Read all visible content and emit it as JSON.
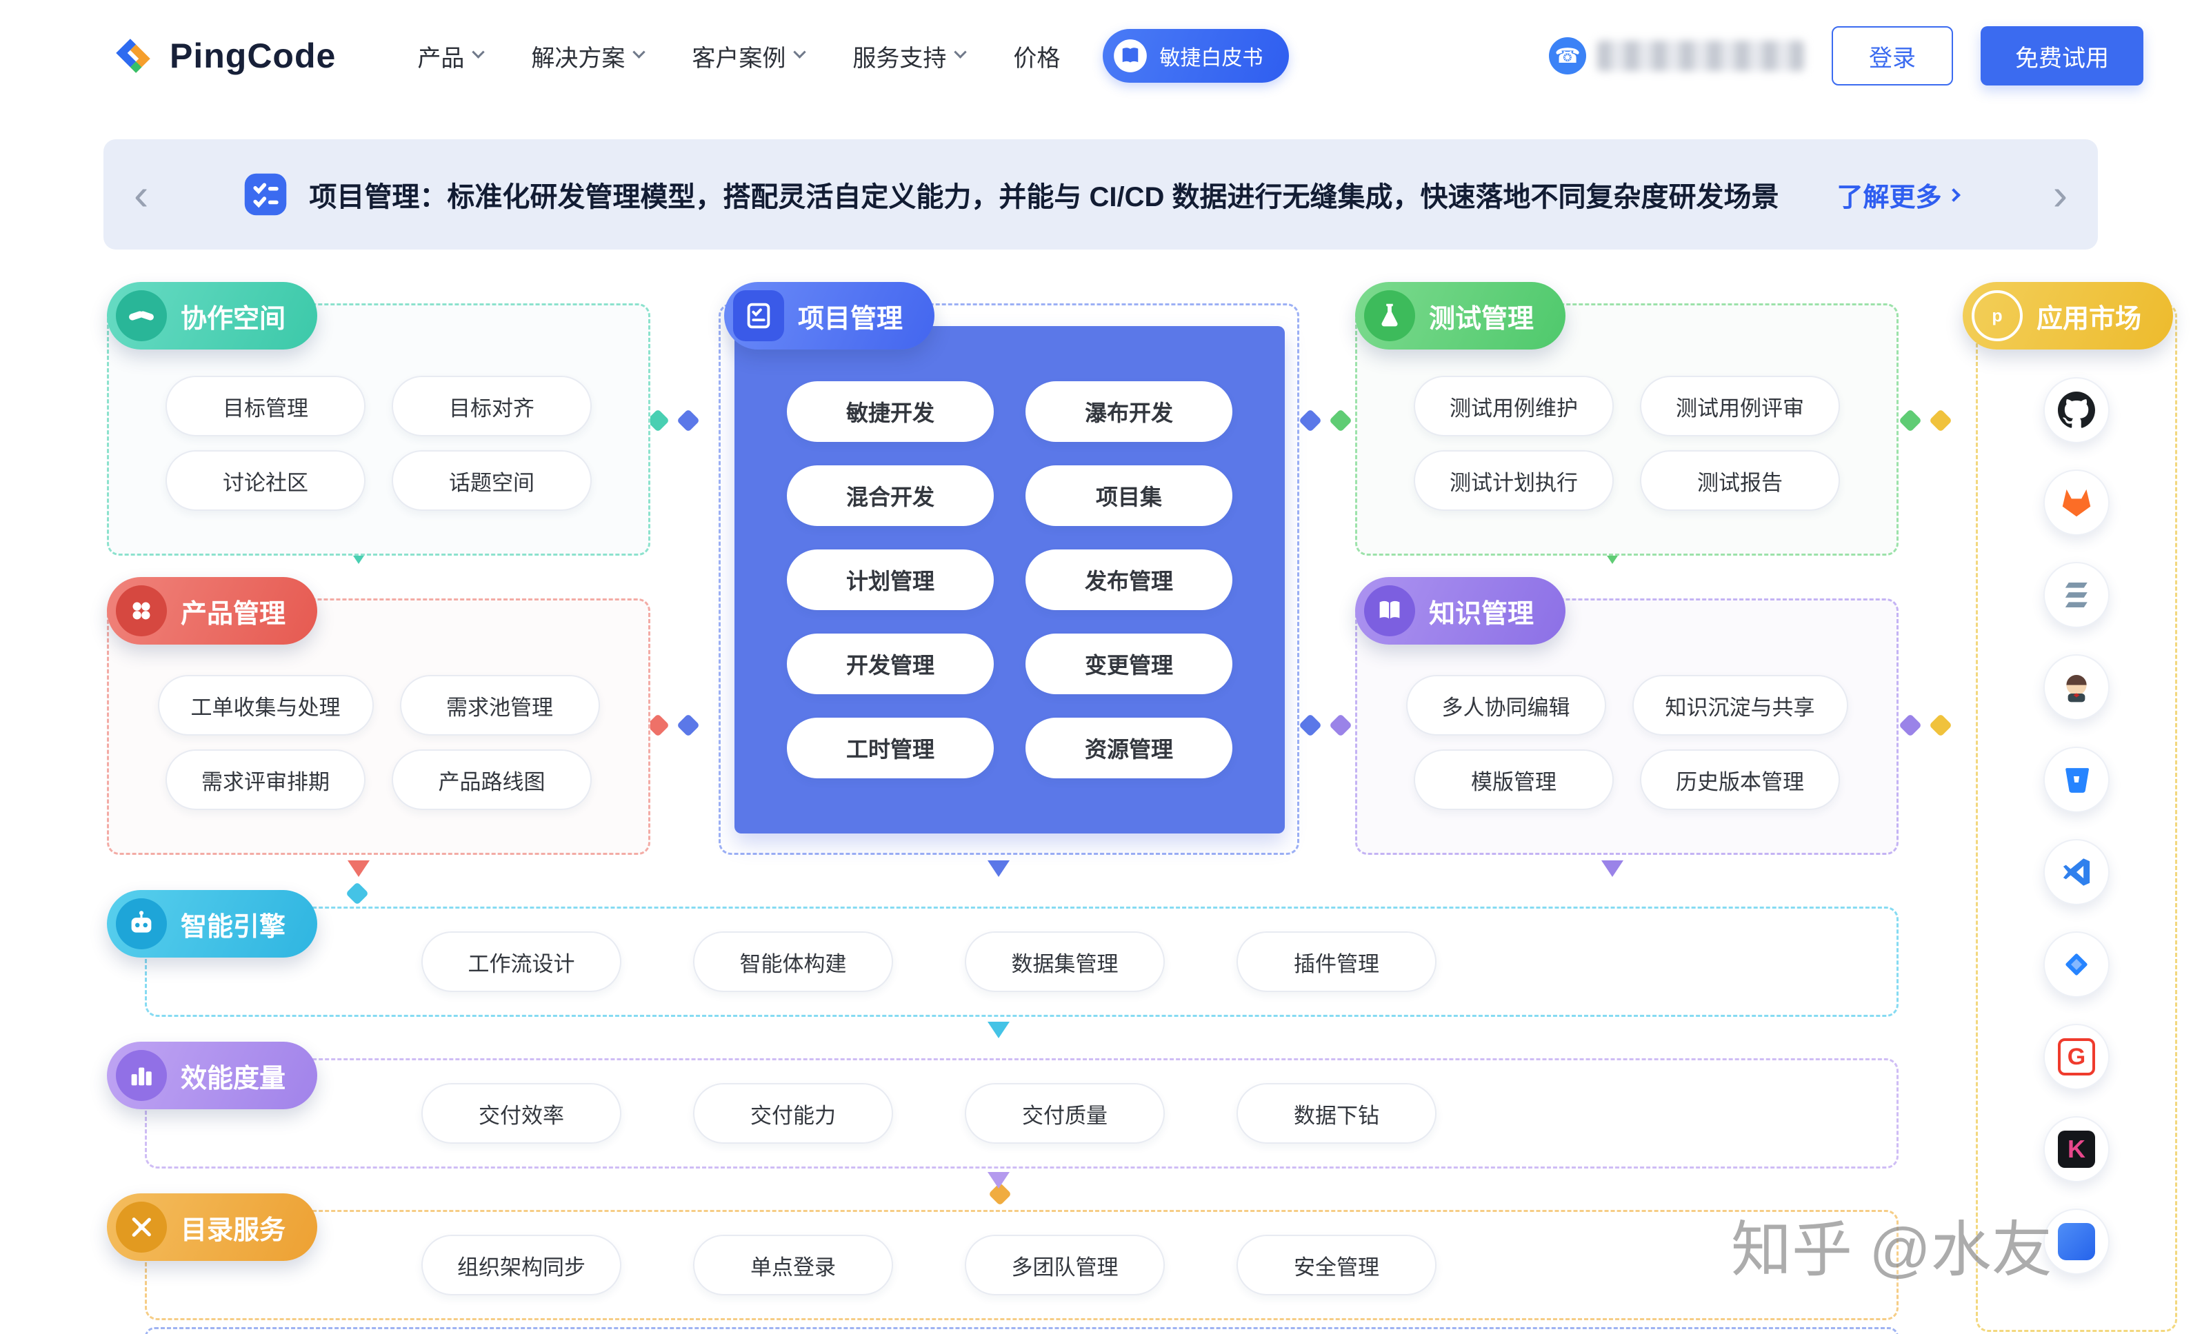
{
  "brand": {
    "name": "PingCode"
  },
  "nav": {
    "items": [
      "产品",
      "解决方案",
      "客户案例",
      "服务支持",
      "价格"
    ],
    "whitepaper": "敏捷白皮书",
    "login": "登录",
    "trial": "免费试用"
  },
  "icons": {
    "phone": "☎"
  },
  "banner": {
    "prev": "‹",
    "next": "›",
    "title": "项目管理：标准化研发管理模型，搭配灵活自定义能力，并能与 CI/CD 数据进行无缝集成，快速落地不同复杂度研发场景",
    "more": "了解更多"
  },
  "groups": {
    "collaboration": {
      "title": "协作空间",
      "items": [
        "目标管理",
        "目标对齐",
        "讨论社区",
        "话题空间"
      ]
    },
    "product": {
      "title": "产品管理",
      "items": [
        "工单收集与处理",
        "需求池管理",
        "需求评审排期",
        "产品路线图"
      ]
    },
    "project": {
      "title": "项目管理",
      "items": [
        "敏捷开发",
        "瀑布开发",
        "混合开发",
        "项目集",
        "计划管理",
        "发布管理",
        "开发管理",
        "变更管理",
        "工时管理",
        "资源管理"
      ]
    },
    "test": {
      "title": "测试管理",
      "items": [
        "测试用例维护",
        "测试用例评审",
        "测试计划执行",
        "测试报告"
      ]
    },
    "knowledge": {
      "title": "知识管理",
      "items": [
        "多人协同编辑",
        "知识沉淀与共享",
        "模版管理",
        "历史版本管理"
      ]
    },
    "ai": {
      "title": "智能引擎",
      "items": [
        "工作流设计",
        "智能体构建",
        "数据集管理",
        "插件管理"
      ]
    },
    "metrics": {
      "title": "效能度量",
      "items": [
        "交付效率",
        "交付能力",
        "交付质量",
        "数据下钻"
      ]
    },
    "directory": {
      "title": "目录服务",
      "items": [
        "组织架构同步",
        "单点登录",
        "多团队管理",
        "安全管理"
      ]
    },
    "market": {
      "title": "应用市场",
      "icons": [
        "github-icon",
        "gitlab-icon",
        "stripes-logo-icon",
        "jenkins-icon",
        "bitbucket-icon",
        "vscode-icon",
        "jira-icon",
        "g-logo-icon",
        "k-logo-icon",
        "blue-logo-icon"
      ]
    }
  },
  "watermark": "知乎 @水友",
  "colors": {
    "accent_blue": "#3b6bf0",
    "collaboration": "#3fcbae",
    "project": "#5b78e8",
    "test": "#5ecb72",
    "product": "#ec6b62",
    "knowledge": "#9a83e8",
    "ai": "#3fc0e4",
    "metrics": "#b197ec",
    "directory": "#f0ad42",
    "market": "#f0c23c"
  }
}
